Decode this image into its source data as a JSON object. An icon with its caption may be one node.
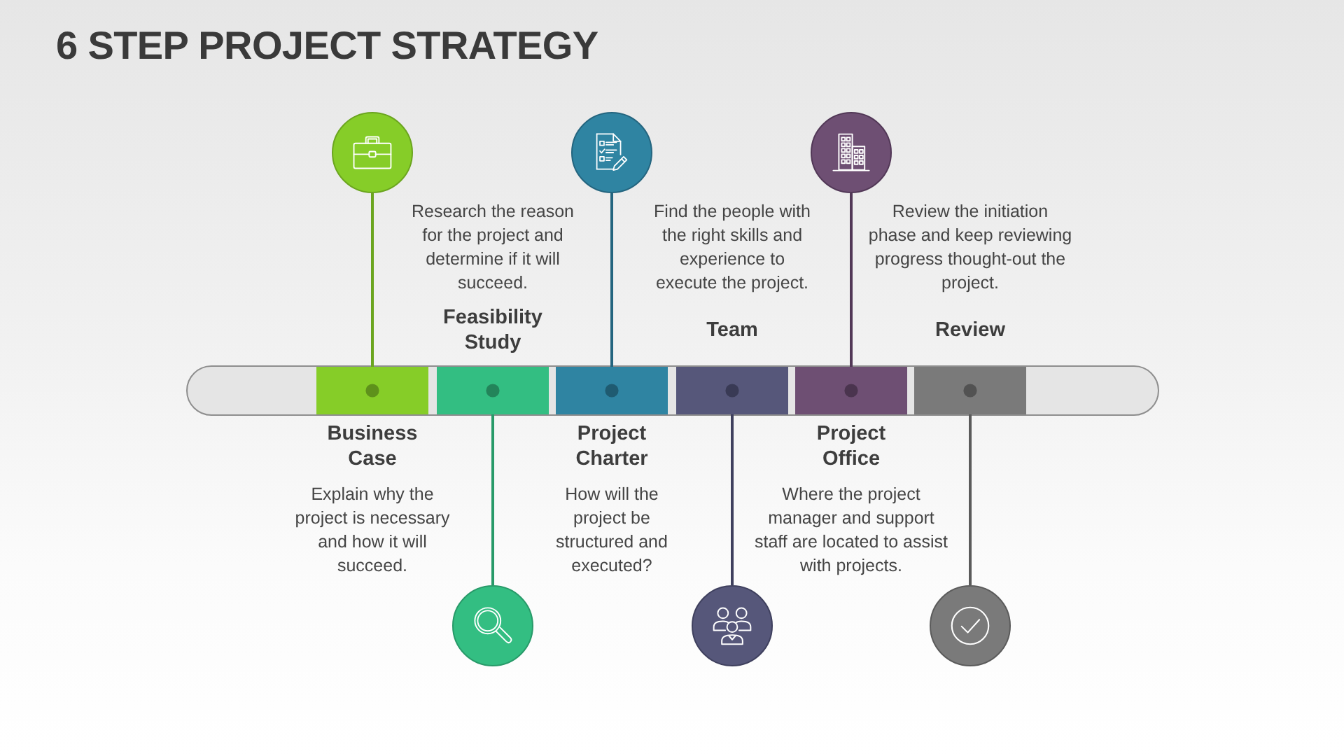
{
  "diagram": {
    "title": "6 STEP PROJECT STRATEGY",
    "nodes": [
      {
        "text": [
          "Business Case",
          "Explain why the project is necessary and how it will succeed."
        ]
      },
      {
        "text": [
          "Research the reason for the project and determine if it will succeed.",
          "Feasibility Study"
        ]
      },
      {
        "text": [
          "Project Charter",
          "How will the project be structured and executed?"
        ]
      },
      {
        "text": [
          "Find the people with the right skills and experience to execute the project.",
          "Team"
        ]
      },
      {
        "text": [
          "Project Office",
          "Where the project manager and support staff are located to assist with projects."
        ]
      },
      {
        "text": [
          "Review the initiation phase and keep reviewing progress thought-out the project.",
          "Review"
        ]
      },
      {
        "text": [],
        "shape": "circle"
      },
      {
        "text": [],
        "shape": "circle"
      },
      {
        "text": [],
        "shape": "circle"
      },
      {
        "text": [],
        "shape": "circle"
      },
      {
        "text": [],
        "shape": "circle"
      },
      {
        "text": [],
        "shape": "circle"
      }
    ],
    "edges": [
      {
        "from": 6,
        "to": 0,
        "arrow": "none",
        "color": "#6ba51f"
      },
      {
        "from": 7,
        "to": 1,
        "arrow": "none",
        "color": "#289a69"
      },
      {
        "from": 8,
        "to": 2,
        "arrow": "none",
        "color": "#24657f"
      },
      {
        "from": 9,
        "to": 3,
        "arrow": "none",
        "color": "#3f405e"
      },
      {
        "from": 10,
        "to": 4,
        "arrow": "none",
        "color": "#523857"
      },
      {
        "from": 11,
        "to": 5,
        "arrow": "none",
        "color": "#5b5b5b"
      }
    ]
  }
}
